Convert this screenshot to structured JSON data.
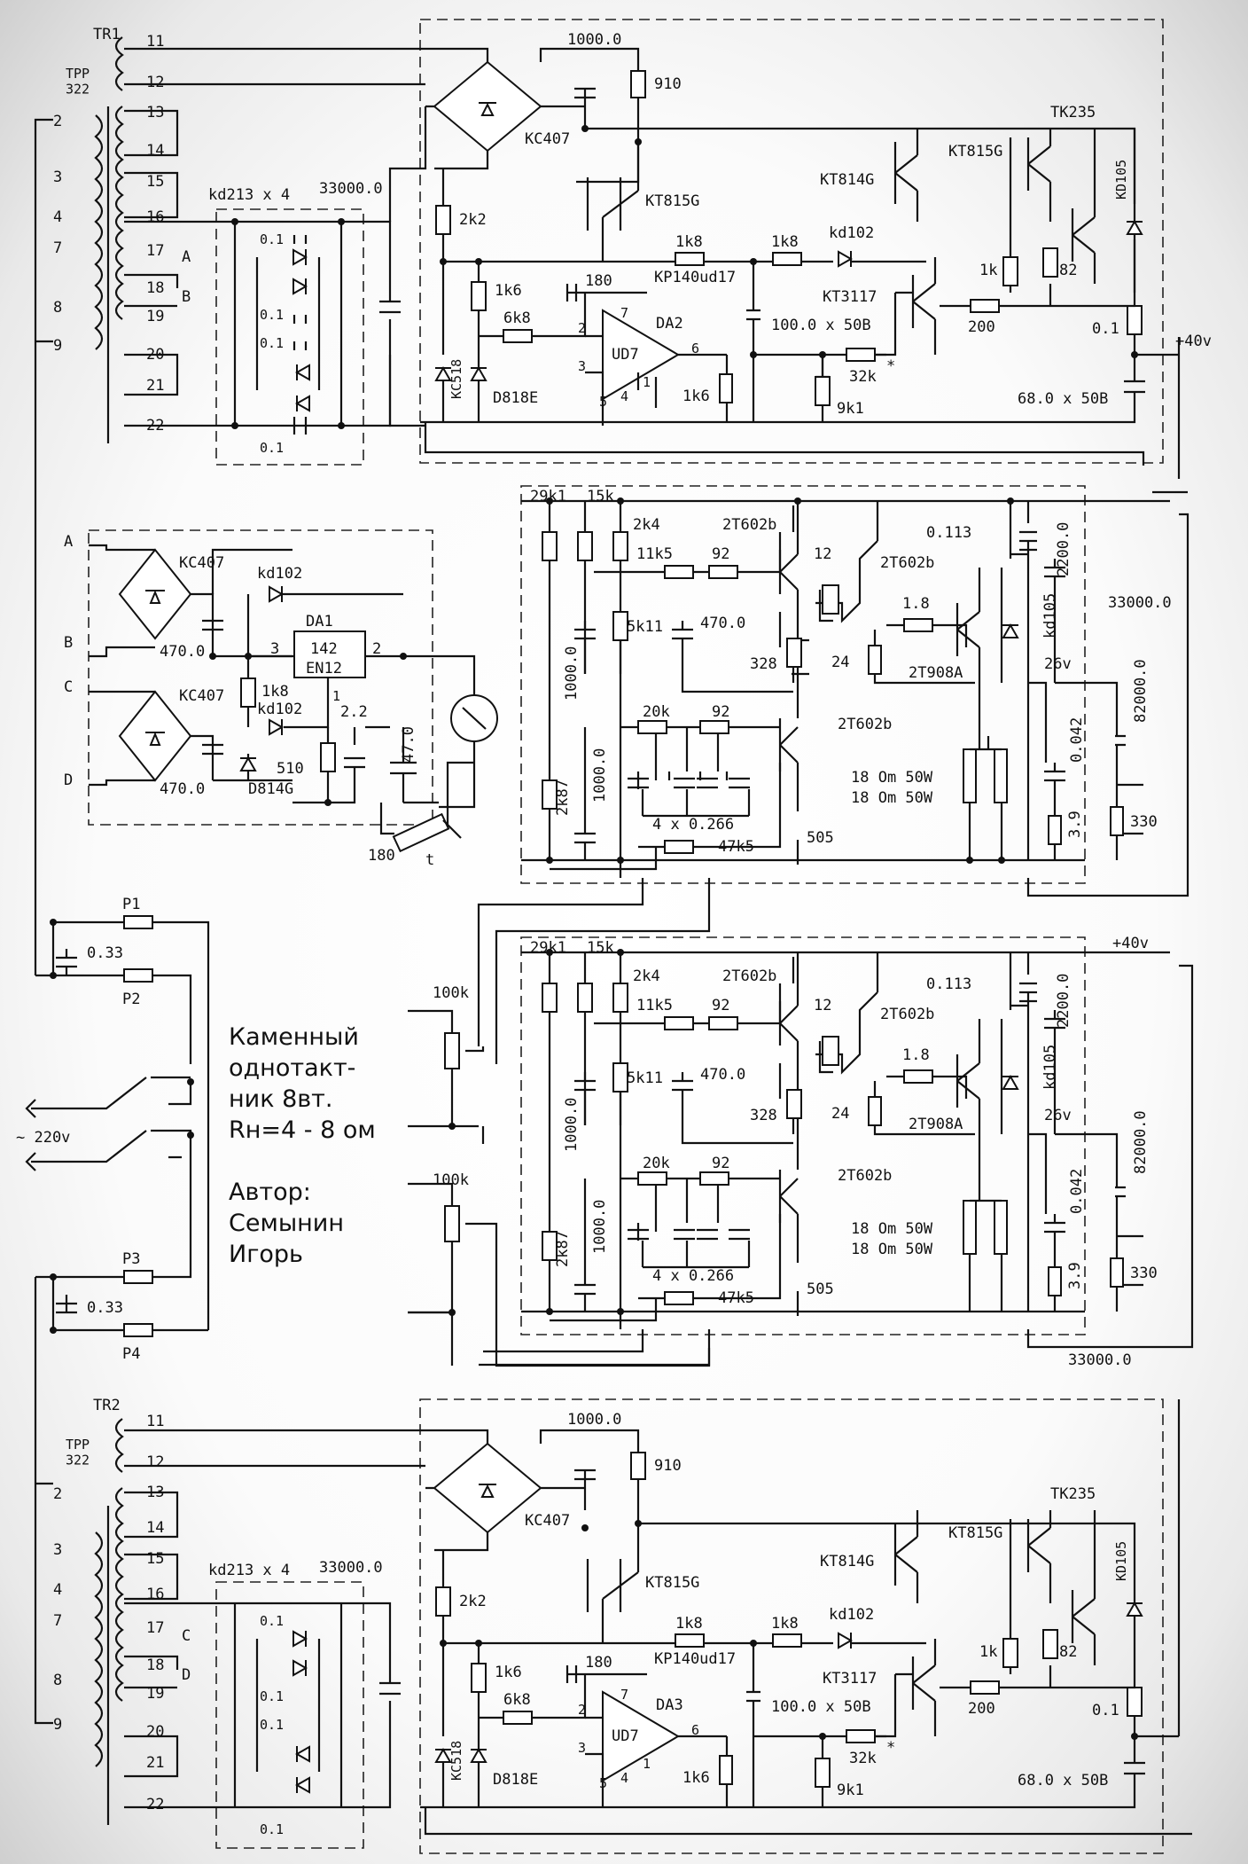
{
  "transformers": {
    "tr1": {
      "name": "TR1",
      "type": "TPP\n322"
    },
    "tr2": {
      "name": "TR2",
      "type": "TPP\n322"
    },
    "primary_pins": [
      "2",
      "3",
      "4",
      "7",
      "8",
      "9"
    ],
    "secondary_pins": [
      "11",
      "12",
      "13",
      "14",
      "15",
      "16",
      "17",
      "18",
      "19",
      "20",
      "21",
      "22"
    ],
    "tap_labels_1": [
      "A",
      "B"
    ],
    "tap_labels_2": [
      "C",
      "D"
    ]
  },
  "power_supply": {
    "bridge": "kd213 x 4",
    "bridge_caps": [
      "0.1",
      "0.1",
      "0.1",
      "0.1"
    ],
    "reservoir": "33000.0",
    "bridge2": "KC407",
    "filter_cap": "1000.0",
    "r910": "910",
    "r2k2": "2k2",
    "zener1": "KC518",
    "zener2": "D818E",
    "r1k6a": "1k6",
    "r6k8": "6k8",
    "c180": "180",
    "r1k8a": "1k8",
    "r1k8b": "1k8",
    "diode": "kd102",
    "opamp_part": "KP140ud17",
    "opamp_ud7": "UD7",
    "da2": "DA2",
    "da3": "DA3",
    "pin2": "2",
    "pin3": "3",
    "pin4": "4",
    "pin5": "5",
    "pin1": "1",
    "pin6": "6",
    "pin7": "7",
    "r1k6b": "1k6",
    "c100": "100.0 x 50B",
    "r32k": "32k",
    "star": "*",
    "r9k1": "9k1",
    "c68": "68.0 x 50B",
    "kt815g_a": "KT815G",
    "kt814g": "KT814G",
    "kt815g_b": "KT815G",
    "tk235": "TK235",
    "kd105": "KD105",
    "kt3117": "KT3117",
    "r1k": "1k",
    "r82": "82",
    "r200": "200",
    "r01": "0.1",
    "plus40": "+40v"
  },
  "fan_supply": {
    "terminals": [
      "A",
      "B",
      "C",
      "D"
    ],
    "bridge1": "KC407",
    "bridge2": "KC407",
    "diode1": "kd102",
    "diode2": "kd102",
    "c470a": "470.0",
    "c470b": "470.0",
    "ic_name": "DA1",
    "ic_line1": "142",
    "ic_line2": "EN12",
    "ic_pin3": "3",
    "ic_pin2": "2",
    "ic_pin1": "1",
    "r1k8": "1k8",
    "r22": "2.2",
    "r510": "510",
    "zener": "D814G",
    "c47": "47.0",
    "thermistor": "180",
    "t_mark": "t"
  },
  "amplifier": {
    "r29k1": "29k1",
    "r15k": "15k",
    "r2k4": "2k4",
    "t2t602b": "2T602b",
    "r12": "12",
    "r11k5": "11k5",
    "r92": "92",
    "r5k11": "5k11",
    "c470": "470.0",
    "c1000a": "1000.0",
    "r328": "328",
    "r24": "24",
    "r1_8": "1.8",
    "t2t908a": "2T908A",
    "r0113": "0.113",
    "kd105": "kd105",
    "c2200": "2200.0",
    "v26": "26v",
    "c82000": "82000.0",
    "r20k": "20k",
    "r92b": "92",
    "caps4": "4 x 0.266",
    "r47k5": "47k5",
    "r2k87": "2k87",
    "c1000b": "1000.0",
    "r505": "505",
    "load1": "18 Om 50W",
    "load2": "18 Om 50W",
    "c0042": "0.042",
    "r39": "3.9",
    "r330": "330",
    "c33000": "33000.0",
    "plus40": "+40v"
  },
  "input": {
    "pot1": "100k",
    "pot2": "100k"
  },
  "mains": {
    "fuses": [
      "P1",
      "P2",
      "P3",
      "P4"
    ],
    "cap1": "0.33",
    "cap2": "0.33",
    "voltage": "~ 220v"
  },
  "caption": {
    "line1": "Каменный",
    "line2": "однотакт-",
    "line3": "ник 8вт.",
    "line4": "Rн=4 - 8 ом",
    "line6": "Автор:",
    "line7": "Семынин",
    "line8": "Игорь"
  }
}
